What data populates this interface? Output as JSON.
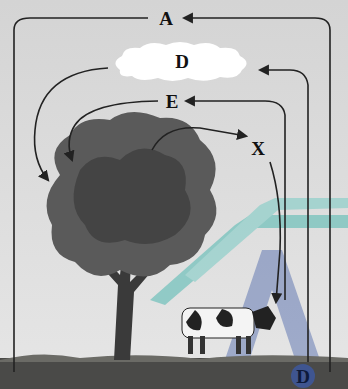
{
  "diagram": {
    "nodes": [
      {
        "text": [
          "D"
        ]
      }
    ],
    "labels": [
      "A",
      "E",
      "X",
      "D"
    ]
  }
}
